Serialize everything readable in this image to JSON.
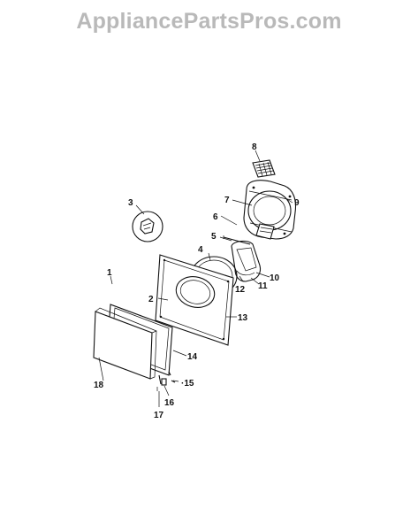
{
  "watermark": "AppliancePartsPros.com",
  "callouts": {
    "c1": "1",
    "c2": "2",
    "c3": "3",
    "c4": "4",
    "c5": "5",
    "c6": "6",
    "c7": "7",
    "c8": "8",
    "c9": "9",
    "c10": "10",
    "c11": "11",
    "c12": "12",
    "c13": "13",
    "c14": "14",
    "c15": "·15",
    "c16": "16",
    "c17": "17",
    "c18": "18"
  }
}
